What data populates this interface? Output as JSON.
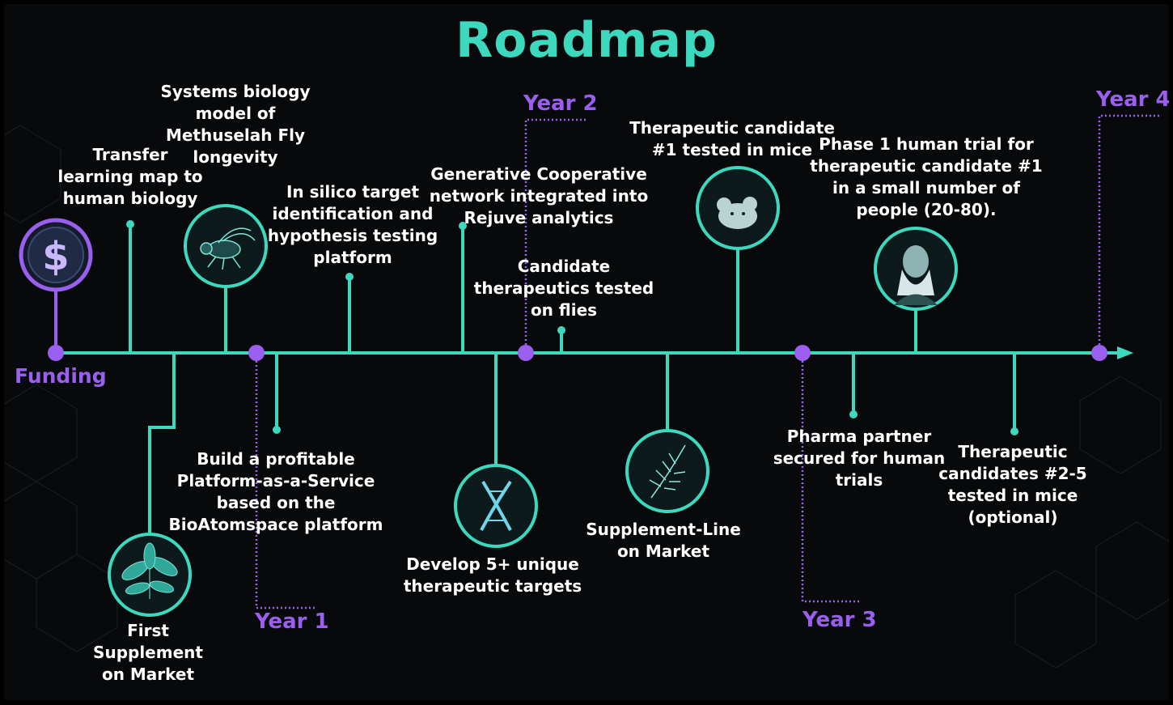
{
  "title": "Roadmap",
  "colors": {
    "accent": "#3dd9bf",
    "milestone": "#9b5ff0",
    "background": "#08090b",
    "text": "#ffffff"
  },
  "start_label": "Funding",
  "years": [
    "Year 1",
    "Year 2",
    "Year 3",
    "Year 4"
  ],
  "milestones": {
    "transfer_learning": [
      "Transfer",
      "learning map to",
      "human biology"
    ],
    "systems_biology": [
      "Systems biology",
      "model of",
      "Methuselah Fly",
      "longevity"
    ],
    "in_silico": [
      "In silico target",
      "identification and",
      "hypothesis testing",
      "platform"
    ],
    "generative": [
      "Generative Cooperative",
      "network integrated into",
      "Rejuve analytics"
    ],
    "candidate_flies": [
      "Candidate",
      "therapeutics tested",
      "on flies"
    ],
    "therapeutic_mice": [
      "Therapeutic candidate",
      "#1 tested in mice"
    ],
    "phase1": [
      "Phase 1 human trial for",
      "therapeutic candidate #1",
      "in a small number of",
      "people (20-80)."
    ],
    "first_supplement": [
      "First",
      "Supplement",
      "on Market"
    ],
    "paas": [
      "Build a profitable",
      "Platform-as-a-Service",
      "based on the",
      "BioAtomspace platform"
    ],
    "targets": [
      "Develop 5+ unique",
      "therapeutic targets"
    ],
    "supplement_line": [
      "Supplement-Line",
      "on Market"
    ],
    "pharma": [
      "Pharma partner",
      "secured for human",
      "trials"
    ],
    "candidates_2_5": [
      "Therapeutic",
      "candidates #2-5",
      "tested in mice",
      "(optional)"
    ]
  },
  "icons": [
    "dollar-icon",
    "fly-icon",
    "mouse-icon",
    "elder-portrait-icon",
    "plant-icon",
    "dna-icon",
    "fern-icon"
  ]
}
